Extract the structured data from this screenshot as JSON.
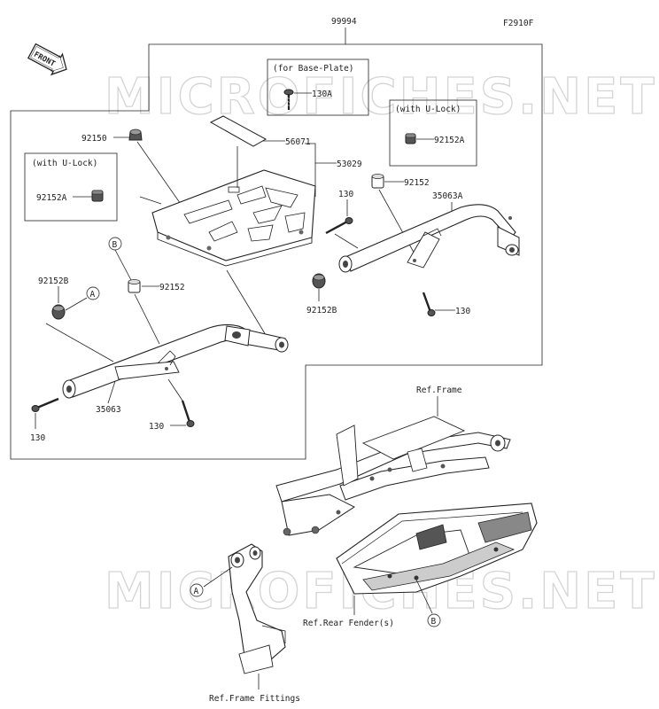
{
  "header": {
    "assembly_number": "99994",
    "figure_code": "F2910F",
    "front_arrow_label": "FRONT"
  },
  "watermarks": {
    "top": "MICROFICHES.NET",
    "bottom": "MICROFICHES.NET"
  },
  "boxes": {
    "base_plate_note": "(for Base-Plate)",
    "ulock_note_right": "(with U-Lock)",
    "ulock_note_left": "(with U-Lock)"
  },
  "parts": {
    "bolt_base_plate": "130A",
    "cushion_right_ulock": "92152A",
    "cushion_left_ulock": "92152A",
    "cap_nut": "92150",
    "pad": "56071",
    "carrier_plate": "53029",
    "bolt_right_upper": "130",
    "spacer_right": "92152",
    "bracket_right": "35063A",
    "spacer_right_lower": "92152B",
    "bolt_right_lower": "130",
    "spacer_left_lower": "92152B",
    "spacer_left": "92152",
    "bracket_left": "35063",
    "bolt_left_end": "130",
    "bolt_left_lower": "130"
  },
  "callouts": {
    "a_upper": "A",
    "b_upper": "B",
    "a_lower": "A",
    "b_lower": "B"
  },
  "references": {
    "frame": "Ref.Frame",
    "rear_fender": "Ref.Rear Fender(s)",
    "frame_fittings": "Ref.Frame Fittings"
  }
}
